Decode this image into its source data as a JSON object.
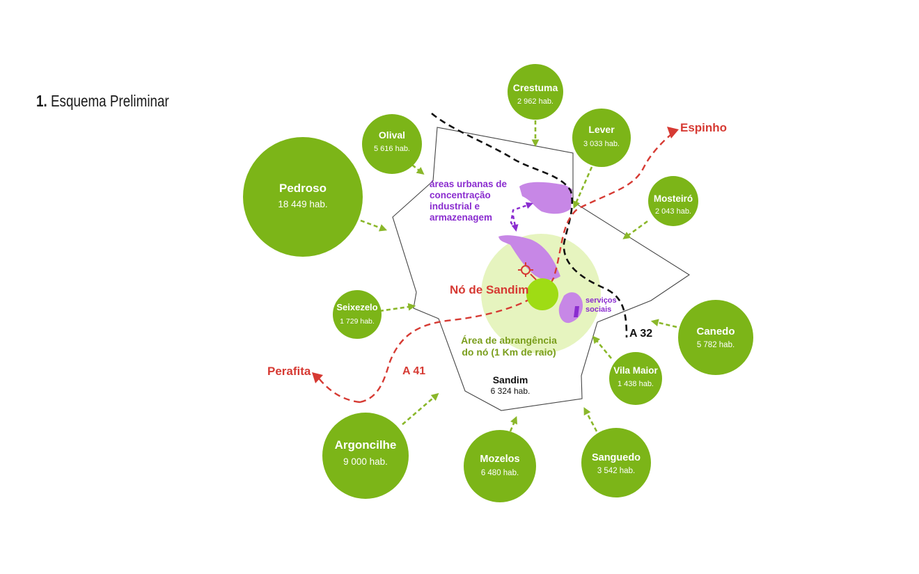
{
  "heading": {
    "number": "1.",
    "text": "Esquema Preliminar"
  },
  "colors": {
    "green": "#7cb518",
    "arrow_green": "#8ab72a",
    "route_red": "#d63a33",
    "purple": "#9b3bd8",
    "purple_fill": "#c787e6",
    "area_fill": "#e6f4bf",
    "node_fill": "#9fdc14",
    "boundary": "#444444"
  },
  "localities": [
    {
      "id": "pedroso",
      "name": "Pedroso",
      "pop": "18 449 hab."
    },
    {
      "id": "olival",
      "name": "Olival",
      "pop": "5 616 hab."
    },
    {
      "id": "crestuma",
      "name": "Crestuma",
      "pop": "2 962 hab."
    },
    {
      "id": "lever",
      "name": "Lever",
      "pop": "3 033 hab."
    },
    {
      "id": "mosteiro",
      "name": "Mosteiró",
      "pop": "2 043 hab."
    },
    {
      "id": "seixezelo",
      "name": "Seixezelo",
      "pop": "1 729 hab."
    },
    {
      "id": "canedo",
      "name": "Canedo",
      "pop": "5 782 hab."
    },
    {
      "id": "vila-maior",
      "name": "Vila Maior",
      "pop": "1 438 hab."
    },
    {
      "id": "argoncilhe",
      "name": "Argoncilhe",
      "pop": "9 000 hab."
    },
    {
      "id": "mozelos",
      "name": "Mozelos",
      "pop": "6 480 hab."
    },
    {
      "id": "sanguedo",
      "name": "Sanguedo",
      "pop": "3 542 hab."
    }
  ],
  "center": {
    "name": "Sandim",
    "pop": "6 324 hab."
  },
  "labels": {
    "industrial": [
      "áreas urbanas de",
      "concentração",
      "industrial e",
      "armazenagem"
    ],
    "node": "Nó de Sandim",
    "social": [
      "serviços",
      "sociais"
    ],
    "coverage": [
      "Área de abrangência",
      "do nó (1 Km de raio)"
    ],
    "a32": "A 32",
    "a41": "A 41",
    "espinho": "Espinho",
    "perafita": "Perafita"
  }
}
